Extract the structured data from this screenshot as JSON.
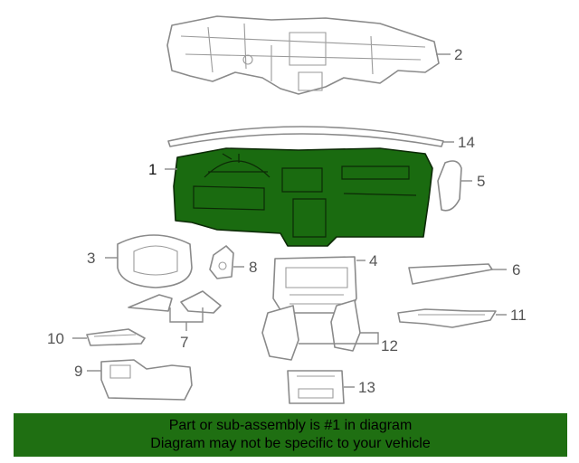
{
  "callouts": {
    "c1": "1",
    "c2": "2",
    "c3": "3",
    "c4": "4",
    "c5": "5",
    "c6": "6",
    "c7": "7",
    "c8": "8",
    "c9": "9",
    "c10": "10",
    "c11": "11",
    "c12": "12",
    "c13": "13",
    "c14": "14"
  },
  "banner": {
    "line1": "Part or sub-assembly is #1 in diagram",
    "line2": "Diagram may not be specific to your vehicle"
  },
  "colors": {
    "highlight": "#1a6b10",
    "banner": "#1f6f12"
  }
}
